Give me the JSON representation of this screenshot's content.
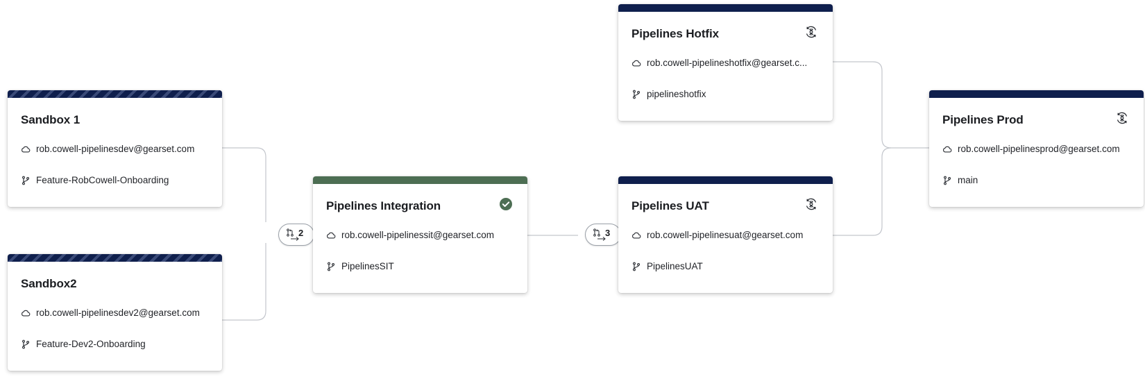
{
  "environments": {
    "sandbox1": {
      "name": "Sandbox 1",
      "user": "rob.cowell-pipelinesdev@gearset.com",
      "branch": "Feature-RobCowell-Onboarding",
      "topbar_style": "striped"
    },
    "sandbox2": {
      "name": "Sandbox2",
      "user": "rob.cowell-pipelinesdev2@gearset.com",
      "branch": "Feature-Dev2-Onboarding",
      "topbar_style": "striped"
    },
    "integration": {
      "name": "Pipelines Integration",
      "user": "rob.cowell-pipelinessit@gearset.com",
      "branch": "PipelinesSIT",
      "status_icon": "check-circle-icon",
      "topbar_style": "green"
    },
    "uat": {
      "name": "Pipelines UAT",
      "user": "rob.cowell-pipelinesuat@gearset.com",
      "branch": "PipelinesUAT",
      "status_icon": "hourglass-sync-icon",
      "topbar_style": "solid"
    },
    "hotfix": {
      "name": "Pipelines Hotfix",
      "user": "rob.cowell-pipelineshotfix@gearset.c...",
      "branch": "pipelineshotfix",
      "status_icon": "hourglass-sync-icon",
      "topbar_style": "solid"
    },
    "prod": {
      "name": "Pipelines Prod",
      "user": "rob.cowell-pipelinesprod@gearset.com",
      "branch": "main",
      "status_icon": "hourglass-sync-icon",
      "topbar_style": "solid"
    }
  },
  "pull_requests": {
    "to_integration": {
      "count": "2"
    },
    "to_uat": {
      "count": "3"
    }
  },
  "colors": {
    "topbar_navy": "#0f1f4d",
    "topbar_green": "#4d6e53",
    "check_green": "#4d6e53",
    "connector": "#c3c6cc"
  }
}
